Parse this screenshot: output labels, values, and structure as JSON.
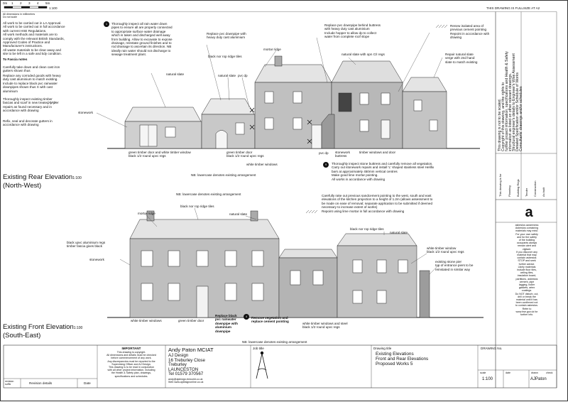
{
  "header": {
    "scale_title": "1:100",
    "scale_ticks": [
      "0m",
      "1",
      "2",
      "3",
      "4",
      "5m"
    ],
    "top_right_note": "THIS DRAWING IS FULLSIZE AT A2",
    "top_left_small": "All dimensions in millimetres\nDo not scale"
  },
  "general_notes": "All work to be carried out in LA Approval.\nAll work to be carried out in full accordance\nwith current HSE Regulations.\nAll work methods and materials are to\ncomply with the relevant British Standards,\nApproved Codes of Practice and\nManufacturer's instructions.\nAll waste materials to be clear away and\nsite to be left in a safe and tidy condition.",
  "fascia_title": "To Fascia notes",
  "notes_left": [
    "Carefully take down and clean cast iron\ngutters shown thus",
    "Replace any corroded goods with heavy\nduty cast aluminium to match existing.\nInclude to replace black pvc rainwater\ndownpipes shown thus  X with cast\naluminium",
    "Thoroughly inspect existing timber\nfascias and scarf in new treated timber\nrepairs as found necessary and in\naccordance with drawing",
    "Refix, seal and decorate gutters  in\naccordance with drawing"
  ],
  "rear": {
    "title": "Existing Rear Elevation",
    "scale": "1:100",
    "subtitle": "(North-West)",
    "labels": {
      "inspect_downpipes": "Thoroughly inspect all rain water down\npipes to ensure all are properly connected\nto appropriate surface water drainage\nwhich is taken and discharged well away\nfrom building. Allow to excavate to expose\ndrainage, reinstate ground finishes and to\nrod drainage to ascertain its direction. NB\nideally rain water should not discharge to\nsewage treatment plant.",
      "replace_pvc": "Replace pvc downpipe with\nheavy duty cast aluminium",
      "black_ridge": "black nor rop ridge tiles",
      "natural_slate": "natural slate",
      "natural_slate2": "natural slate",
      "pvc_dp": "pvc dp",
      "mortar_ridge": "mortar ridge",
      "replace_behind": "Replace pvc downpipe behind buttress\nwith heavy duty cast aluminium\nInclude hopper to allow dp to collect\nwater from complete roof slope",
      "natural_slate_cl": "natural slate with opn C/I regs",
      "renew_pointing": "Renew isolated area of\nprevious cement pointing\nRepoint in accordance with drawing",
      "repair_slate": "Repair natural slate\nverge with 2nd hand\nslate to match existing",
      "stonework": "stonework",
      "green_door": "green timber door and white timber window\nblack 1/2 round upvc regs",
      "green_door2": "green timber door\nblack 1/2 round upvc regs",
      "white_window": "white timber windows",
      "pvc_dp2": "pvc dp",
      "stonework_buttress": "stonework\nbuttress",
      "timber_windows": "timber windows and door",
      "nb_lowercase": "NB: lowercase denotes existing arrangement",
      "inspect_stone": "Thoroughly inspect stone buttress and carefully remove all vegetation.\nCarry out stonework repairs and install 'L' shaped stainless steel Helifix\nbars at approximately 450mm vertical centres\nMake good lime mortar pointing.\nAll works in accordance with drawing"
    }
  },
  "front": {
    "title": "Existing Front Elevation",
    "scale": "1:100",
    "subtitle": "(South-East)",
    "labels": {
      "nb_lowercase_top": "NB: lowercase denotes existing arrangement",
      "black_ridge": "black nor rop ridge tiles",
      "natural_slate": "natural slate",
      "mortar_ridge": "mortar ridge",
      "rake_out": "Carefully rake out previous sandcement pointing to the west, south and east\nelevations of the kitchen projection to a height of 1.2m (allows assessment to\nbe made on ease of removal; separate application to be submitted if deemed\nnecessary to increase extent of works)\nRepoint using lime mortar in full accordance with drawing",
      "black_nor": "black nor rop ridge tiles",
      "natural_slate2": "natural slate",
      "black_upvc": "black upvc aluminium regs\ntimber fascia gives black",
      "stonework": "stonework",
      "white_window_black": "white timber window\nblack 1/2 round upvc regs",
      "stone_pier": "existing stone pier\ntop of entrance piers to be\nreinstated in similar way",
      "white_windows": "white timber windows",
      "green_door": "green timber door",
      "replace_black": "Replace black\npvc rainwater\ndownpipe with\naluminium\ndownpipe",
      "remove_veg": "Remove vegetation and\nreplace cement pointing",
      "white_windows_steel": "white timber windows and steel\nblack 1/2 round upvc regs",
      "nb_lowercase_bottom": "NB: lowercase denotes existing arrangement"
    }
  },
  "side_panel": {
    "vertical_notes": [
      "This drawing is not to be scaled.",
      "Copyright of this drawing, and the rights to",
      "further project information, specifications and Health & Safety",
      "information as listed on other relevant drawings.",
      "Structural engineer's details to Engineer's Wise Assessment",
      "Detailed Specification and/or Schedule of Works",
      "Consultants' drawings and/or schedules"
    ],
    "grid_labels": [
      "This drawing is for",
      "Planning",
      "Building Regs",
      "Tender",
      "Construction",
      "As built"
    ],
    "logo": "a",
    "asbestos": "asbestos awareness\nAsbestos containing\nmaterials may exist.\nFor your own safety\nand for the safety\nof the building\noccupants always\nremain alert and\nvigilant.\nIf you discover any\nmaterial that may\ncontain asbestos\nSTOP and seek\nfurther advice.\nLikely materials\ninclude floor tiles,\nceiling tiles,\ninsulation board,\npartitions, asbestos\ncement, pipe\nlagging, boiler\ngaskets, artex\ncoatings.\nDo NOT disturb, cut,\ndrill or break the\nmaterial until it has\nbeen confirmed not\nto contain asbestos.\nRefer to\nwww.hse.gov.uk for\nfurther info."
  },
  "title_block": {
    "important_title": "IMPORTANT",
    "important": "This drawing is copyright.\nAll dimensions and details must be checked\nbefore commencement of any work.\nAny discrepancies must be reported to the\nSupervising Officer and AJ Design.\nThis drawing is to be read in conjunction\nwith all other project information, including\nthe Health & Safety plan, drawings,\nspecifications and schedules.",
    "revision_col1": "revision\nsuffix",
    "revision_col2": "Revision details",
    "revision_col3": "Date",
    "designer_name": "Andy Paton MCIAT",
    "designer_lines": "AJ Design\n16 Treburley Close\nTreburley\nLAUNCESTON\nTel 01579 370567",
    "designer_email": "andy@ajdesign-treworld.co.uk\nWeb  www.ajdesignonline.co.uk",
    "job_title_label": "Job title",
    "drawing_title_label": "Drawing title",
    "drawing_title": "Existing Elevations\nFront and Rear Elevations\nProposed Works 5",
    "drawing_no_label": "DRAWING No.",
    "scale_label": "scale",
    "scale_value": "1:100",
    "date_label": "date",
    "drawn_label": "drawn",
    "drawn_value": "AJPaton",
    "check_label": "check"
  }
}
